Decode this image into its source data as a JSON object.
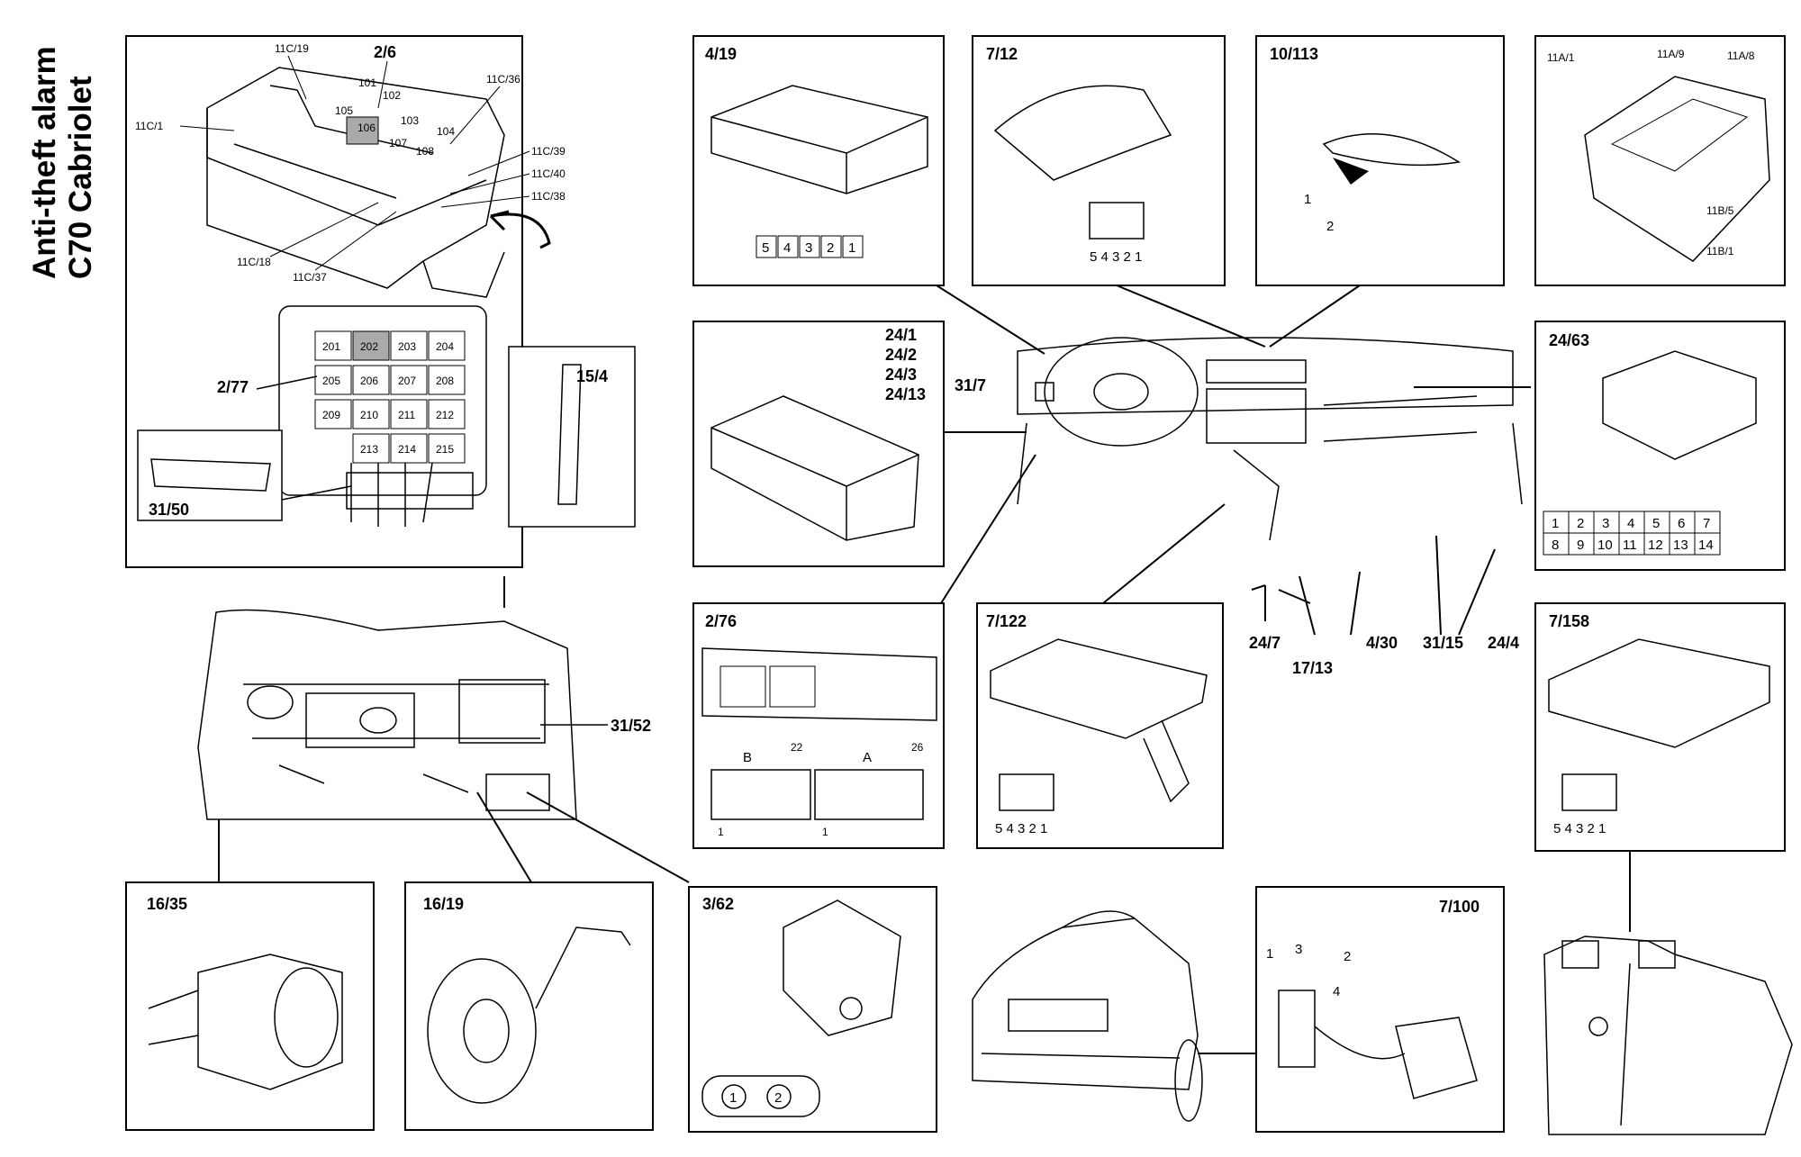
{
  "title": {
    "line1": "Anti-theft alarm",
    "line2": "C70 Cabriolet"
  },
  "panels": {
    "p419": "4/19",
    "p712": "7/12",
    "p10113": "10/113",
    "p2476": [
      "24/1",
      "24/2",
      "24/3",
      "24/13"
    ],
    "p2463": "24/63",
    "p276": "2/76",
    "p7122": "7/122",
    "p7158": "7/158",
    "p1635": "16/35",
    "p1619": "16/19",
    "p362": "3/62",
    "p7100": "7/100"
  },
  "callouts": {
    "c26": "2/6",
    "c277": "2/77",
    "c154": "15/4",
    "c3150": "31/50",
    "c3152": "31/52",
    "c317": "31/7",
    "c247": "24/7",
    "c1713": "17/13",
    "c430": "4/30",
    "c3115": "31/15",
    "c244": "24/4"
  },
  "fusebox_labels": {
    "f11c19": "11C/19",
    "f11c36": "11C/36",
    "f11c1": "11C/1",
    "f11c39": "11C/39",
    "f11c40": "11C/40",
    "f11c38": "11C/38",
    "f11c18": "11C/18",
    "f11c37": "11C/37"
  },
  "small_relays": [
    "101",
    "102",
    "103",
    "104",
    "105",
    "106",
    "107",
    "108"
  ],
  "relay_grid": [
    "201",
    "202",
    "203",
    "204",
    "205",
    "206",
    "207",
    "208",
    "209",
    "210",
    "211",
    "212",
    "213",
    "214",
    "215"
  ],
  "relay_box_labels": {
    "a1": "11A/1",
    "a9": "11A/9",
    "a8": "11A/8",
    "b5": "11B/5",
    "b1": "11B/1"
  },
  "connector_pins": {
    "p419": [
      "5",
      "4",
      "3",
      "2",
      "1"
    ],
    "p5": "5 4 3 2 1",
    "p2463_top": [
      "1",
      "2",
      "3",
      "4",
      "5",
      "6",
      "7"
    ],
    "p2463_bot": [
      "8",
      "9",
      "10",
      "11",
      "12",
      "13",
      "14"
    ],
    "p276": {
      "b": "B",
      "a": "A",
      "n22": "22",
      "n26": "26",
      "n1a": "1",
      "n1b": "1"
    },
    "p10113": {
      "n1": "1",
      "n2": "2"
    },
    "p7100": {
      "n1": "1",
      "n2": "2",
      "n3": "3",
      "n4": "4"
    },
    "p362": {
      "n1": "1",
      "n2": "2"
    }
  }
}
